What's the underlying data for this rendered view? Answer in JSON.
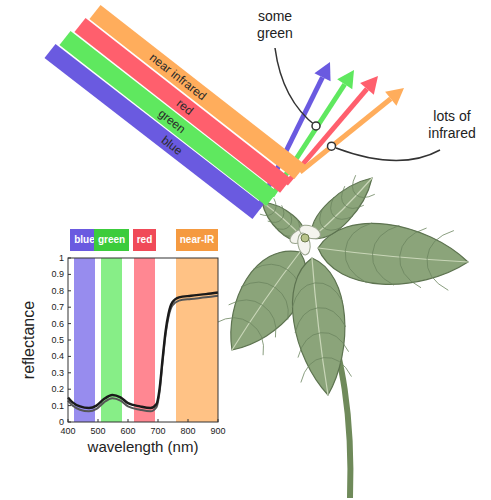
{
  "diagram": {
    "nodes": [
      {
        "text": [
          "near infrared"
        ]
      },
      {
        "text": [
          "red"
        ]
      },
      {
        "text": [
          "green"
        ]
      },
      {
        "text": [
          "blue"
        ]
      },
      {
        "text": [
          "blue"
        ]
      },
      {
        "text": [
          "green"
        ]
      },
      {
        "text": [
          "red"
        ]
      },
      {
        "text": [
          "near-IR"
        ]
      }
    ],
    "labels": [
      "some green",
      "lots of infrared",
      "reflectance",
      "wavelength (nm)",
      "0",
      "0.1",
      "0.2",
      "0.3",
      "0.4",
      "0.5",
      "0.6",
      "0.7",
      "0.8",
      "0.9",
      "1",
      "400",
      "500",
      "600",
      "700",
      "800",
      "900"
    ]
  }
}
